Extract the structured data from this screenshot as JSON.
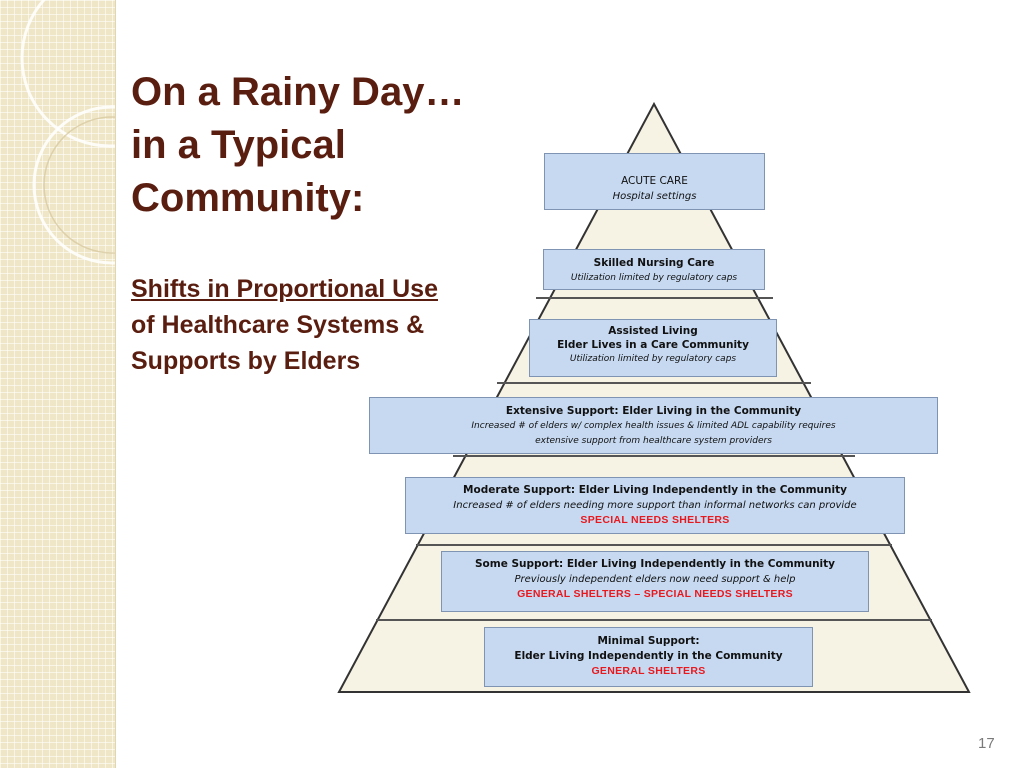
{
  "slide": {
    "title_lines": [
      "On a Rainy Day…",
      "in a Typical",
      "Community:"
    ],
    "subtitle_underlined": "Shifts in Proportional Use",
    "subtitle_lines": [
      "of Healthcare Systems &",
      "Supports by Elders"
    ],
    "page_number": "17"
  },
  "pyramid": {
    "tiers": [
      {
        "heading": "ACUTE CARE",
        "detail": "Hospital settings"
      },
      {
        "heading": "Skilled Nursing Care",
        "detail": "Utilization limited by regulatory caps"
      },
      {
        "heading": "Assisted Living",
        "heading2": "Elder Lives in a Care Community",
        "detail": "Utilization limited by regulatory caps"
      },
      {
        "heading": "Extensive Support: Elder Living in the Community",
        "detail": "Increased # of elders w/ complex health issues & limited ADL capability requires",
        "detail2": "extensive support from healthcare system providers"
      },
      {
        "heading": "Moderate Support: Elder Living Independently in the Community",
        "detail": "Increased # of elders needing more support than informal networks can provide",
        "shelter": "SPECIAL NEEDS SHELTERS"
      },
      {
        "heading": "Some Support: Elder Living Independently in the Community",
        "detail": "Previously independent elders now need support & help",
        "shelter": "GENERAL SHELTERS – SPECIAL NEEDS SHELTERS"
      },
      {
        "heading": "Minimal Support:",
        "heading2": "Elder Living Independently in the Community",
        "shelter": "GENERAL SHELTERS"
      }
    ]
  },
  "colors": {
    "title": "#5a1e10",
    "tier_fill": "#c6d9f1",
    "shelter_text": "#e8191e",
    "pyramid_fill": "#f6f2e4"
  }
}
